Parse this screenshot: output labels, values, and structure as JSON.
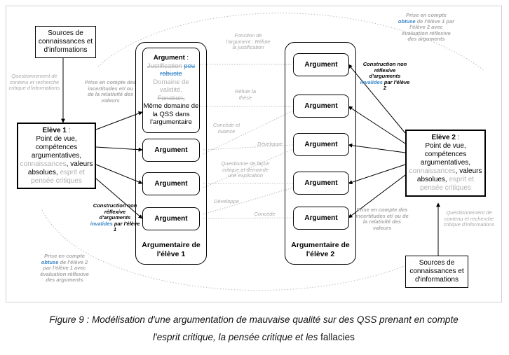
{
  "sources_left": "Sources de connaissances et d'informations",
  "sources_right": "Sources de connaissances et d'informations",
  "questioning_left": "Questionnement de contenu et recherche critique d'informations",
  "questioning_right": "Questionnement de contenu et recherche critique d'informations",
  "uncertainty_left": "Prise en compte des incertitudes et/ ou de la relativité des valeurs",
  "uncertainty_right": "Prise en compte des incertitudes et/ ou de la relativité des valeurs",
  "eleve1": {
    "name": "Elève 1",
    "colon": " :",
    "line1": "Point de vue, compétences argumentatives,",
    "gray_knowledge": "connaissances",
    "values": ", valeurs absolues,",
    "gray_critical": "esprit et pensée critiques"
  },
  "eleve2": {
    "name": "Elève 2",
    "colon": " :",
    "line1": "Point de vue, compétences argumentatives,",
    "gray_knowledge": "connaissances",
    "values": ", valeurs absolues,",
    "gray_critical": "esprit et pensée critiques"
  },
  "main_argument": {
    "title": "Argument",
    "colon": " :",
    "justification": "Justification",
    "peu_robuste": "peu robuste",
    "domain": "Domaine de validité,",
    "function": "Fonction,",
    "qss": "Même domaine de la QSS dans l'argumentaire"
  },
  "argument_label": "Argument",
  "col1_title": "Argumentaire de l'élève 1",
  "col2_title": "Argumentaire de l'élève 2",
  "construction1": {
    "pre": "Construction non réflexive d'arguments",
    "invalid": "invalides",
    "post": "par l'élève 1"
  },
  "construction2": {
    "pre": "Construction non réflexive d'arguments",
    "invalid": "invalides",
    "post": "par l'élève 2"
  },
  "obtuse_top": {
    "pre": "Prise en compte",
    "obtuse": "obtuse",
    "post": "de l'élève 1 par l'élève 2 avec évaluation réflexive des arguments"
  },
  "obtuse_bottom": {
    "pre": "Prise en compte",
    "obtuse": "obtuse",
    "post": "de l'élève 2 par l'élève 1 avec évaluation réflexive des arguments"
  },
  "links": {
    "fonction": "Fonction de l'argument : Réfute la justification",
    "refute": "Réfute la thèse",
    "concede1": "Concède et nuance",
    "develop1": "Développe",
    "question": "Questionne de façon critique et demande une explication",
    "develop2": "Développe",
    "concede2": "Concède"
  },
  "caption": {
    "line1": "Figure 9 : Modélisation d'une argumentation de mauvaise qualité sur des QSS prenant en compte",
    "line2_italic": "l'esprit critique, la pensée critique et les",
    "line2_plain": " fallacies"
  },
  "colors": {
    "annotation_gray": "#a8a8a8",
    "blue": "#3a86c8"
  }
}
